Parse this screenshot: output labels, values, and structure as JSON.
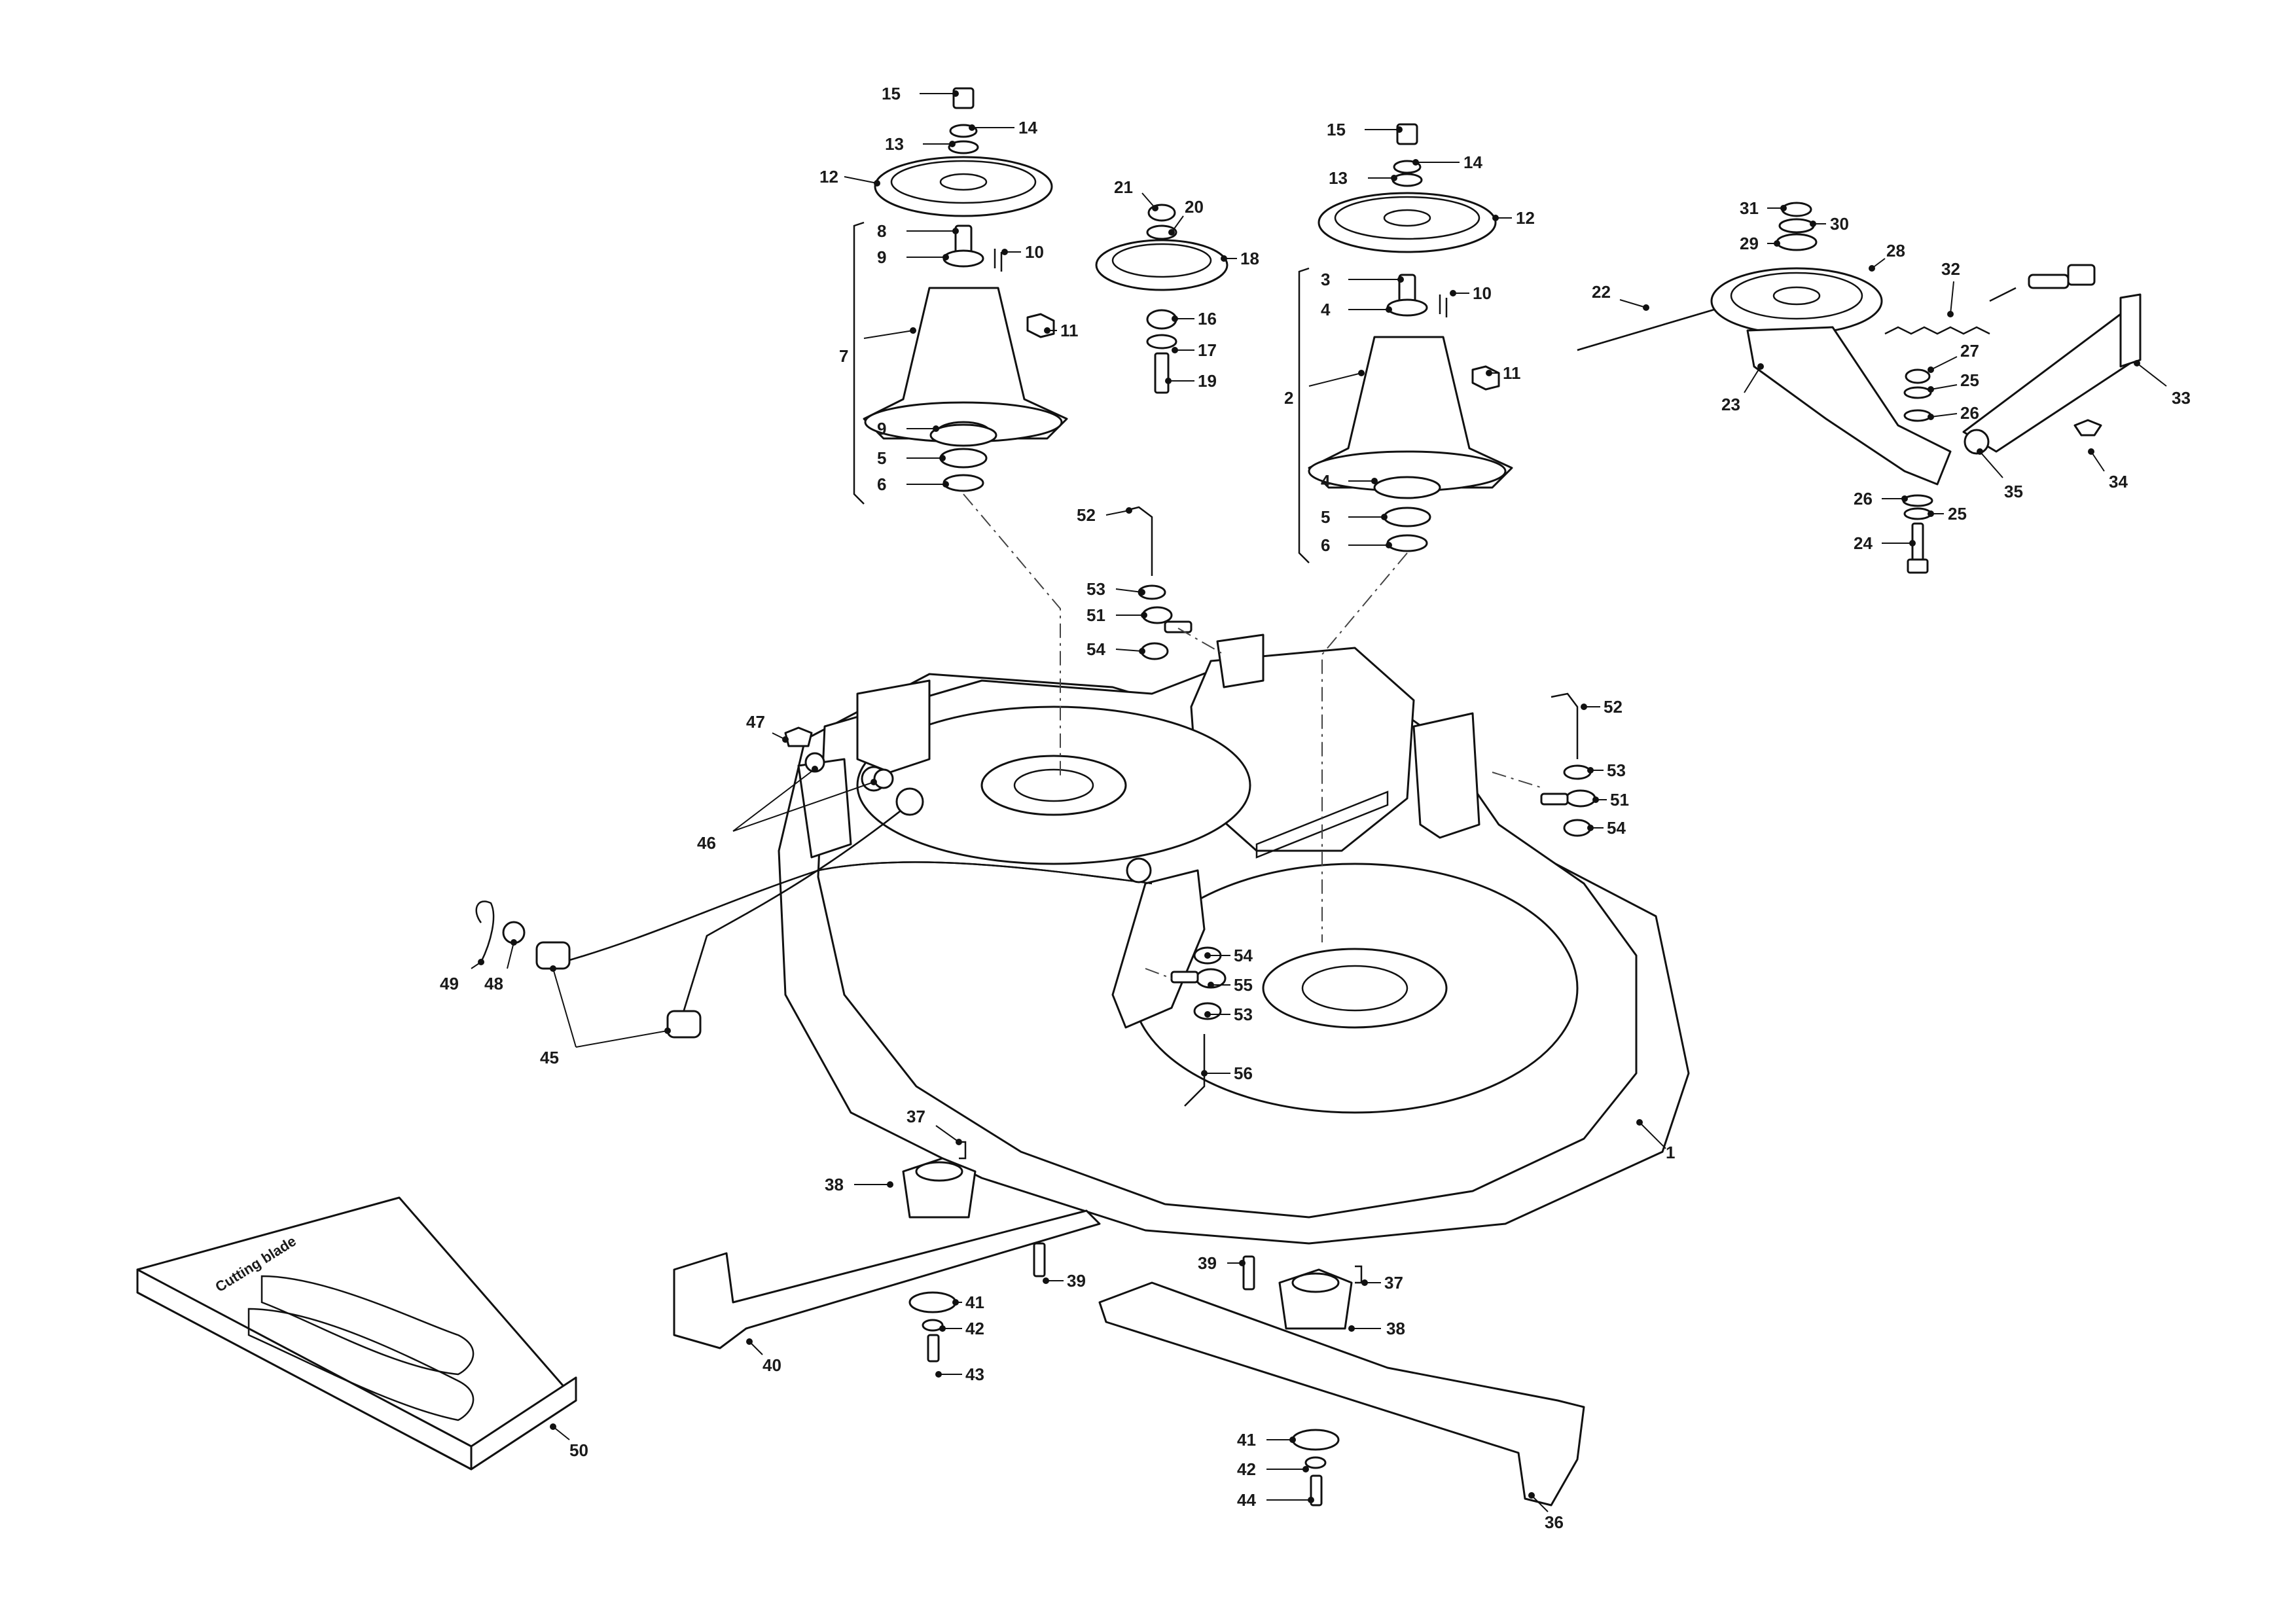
{
  "labels": [
    "1",
    "2",
    "3",
    "4",
    "5",
    "6",
    "7",
    "8",
    "9",
    "10",
    "11",
    "12",
    "13",
    "14",
    "15",
    "16",
    "17",
    "18",
    "19",
    "20",
    "21",
    "22",
    "23",
    "24",
    "25",
    "26",
    "27",
    "28",
    "29",
    "30",
    "31",
    "32",
    "33",
    "34",
    "35",
    "36",
    "37",
    "38",
    "39",
    "40",
    "41",
    "42",
    "43",
    "44",
    "45",
    "46",
    "47",
    "48",
    "49",
    "50",
    "51",
    "52",
    "53",
    "54",
    "55",
    "56"
  ],
  "blade_box_text": "Cutting blade"
}
